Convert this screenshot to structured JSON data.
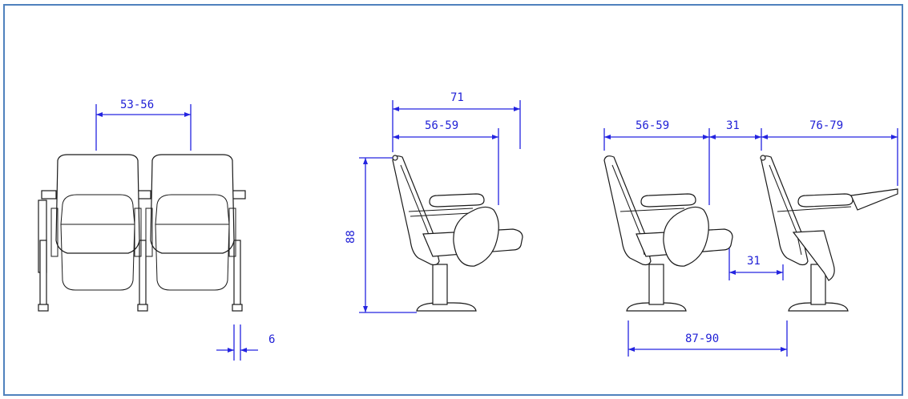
{
  "dimensions": {
    "front_seat_width": "53-56",
    "armrest_width": "6",
    "side_height": "88",
    "side_depth_total": "71",
    "side_depth_seat": "56-59",
    "row_seat_depth": "56-59",
    "row_gap": "31",
    "row_tablet_depth": "76-79",
    "row_clearance": "31",
    "row_pitch": "87-90"
  },
  "colors": {
    "frame_border": "#4f81bd",
    "dimension_lines": "#2424e0",
    "drawing_lines": "#1a1a1a"
  }
}
